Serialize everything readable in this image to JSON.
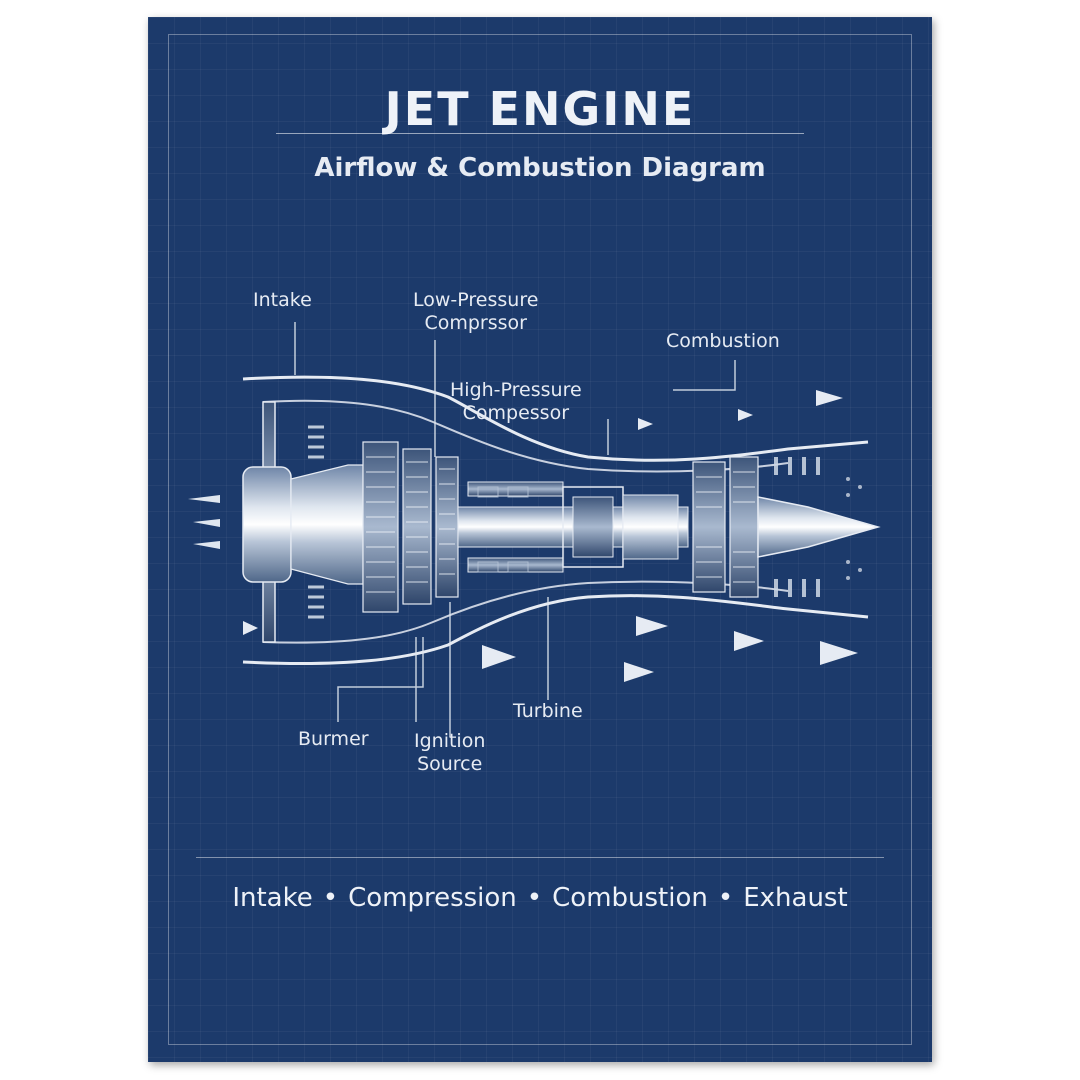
{
  "poster": {
    "title": "JET ENGINE",
    "subtitle": "Airflow & Combustion Diagram"
  },
  "labels": {
    "intake": "Intake",
    "low_pressure_compressor": "Low-Pressure\nComprssor",
    "combustion": "Combustion",
    "high_pressure_compressor": "High-Pressure\nCompessor",
    "burner": "Burmer",
    "ignition_source": "Ignition\nSource",
    "turbine": "Turbine"
  },
  "stages": {
    "items": [
      "Intake",
      "Compression",
      "Combustion",
      "Exhaust"
    ],
    "separator": "•"
  },
  "colors": {
    "background": "#1c3a6b",
    "line": "#e6ebf3",
    "metal": "#c9d3e1"
  }
}
